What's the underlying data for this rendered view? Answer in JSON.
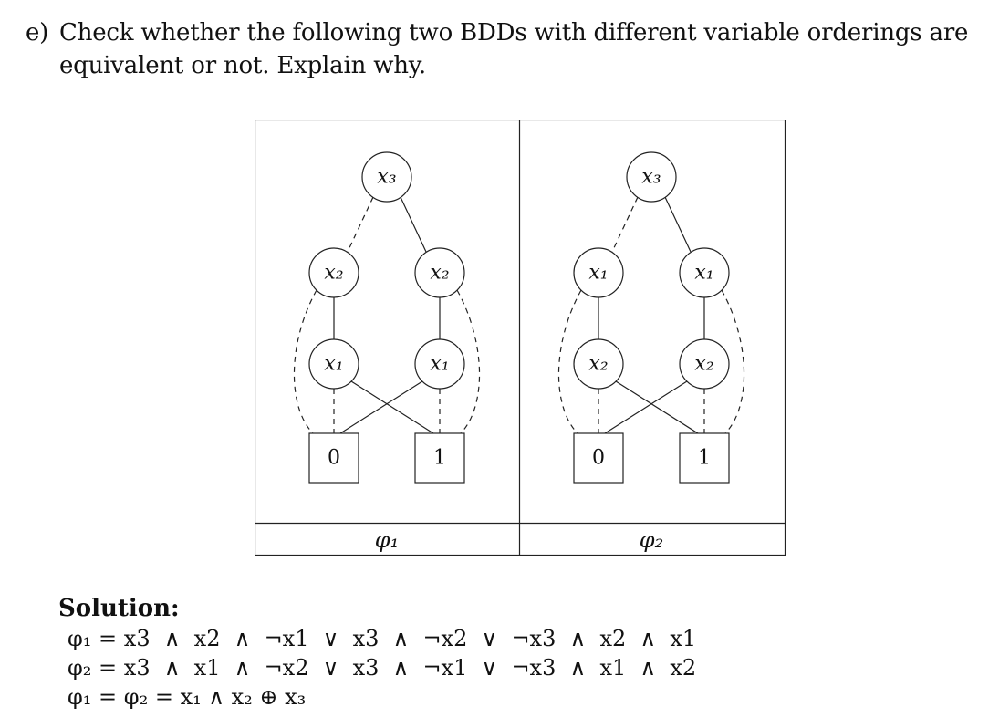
{
  "question": {
    "label": "e)",
    "text": "Check whether the following two BDDs with different variable orderings are equivalent or not. Explain why."
  },
  "figure": {
    "panels": [
      {
        "caption": "φ₁",
        "root": "x₃",
        "level2_left": "x₂",
        "level2_right": "x₂",
        "level3_left": "x₁",
        "level3_right": "x₁",
        "leaf_left": "0",
        "leaf_right": "1"
      },
      {
        "caption": "φ₂",
        "root": "x₃",
        "level2_left": "x₁",
        "level2_right": "x₁",
        "level3_left": "x₂",
        "level3_right": "x₂",
        "leaf_left": "0",
        "leaf_right": "1"
      }
    ]
  },
  "solution": {
    "title": "Solution:",
    "line1": "φ₁ = x3  ∧  x2  ∧  ¬x1  ∨  x3  ∧  ¬x2  ∨  ¬x3  ∧  x2  ∧  x1",
    "line2": "φ₂ = x3  ∧  x1  ∧  ¬x2  ∨  x3  ∧  ¬x1  ∨  ¬x3  ∧  x1  ∧  x2",
    "line3": "φ₁ = φ₂ = x₁ ∧ x₂ ⊕ x₃"
  }
}
